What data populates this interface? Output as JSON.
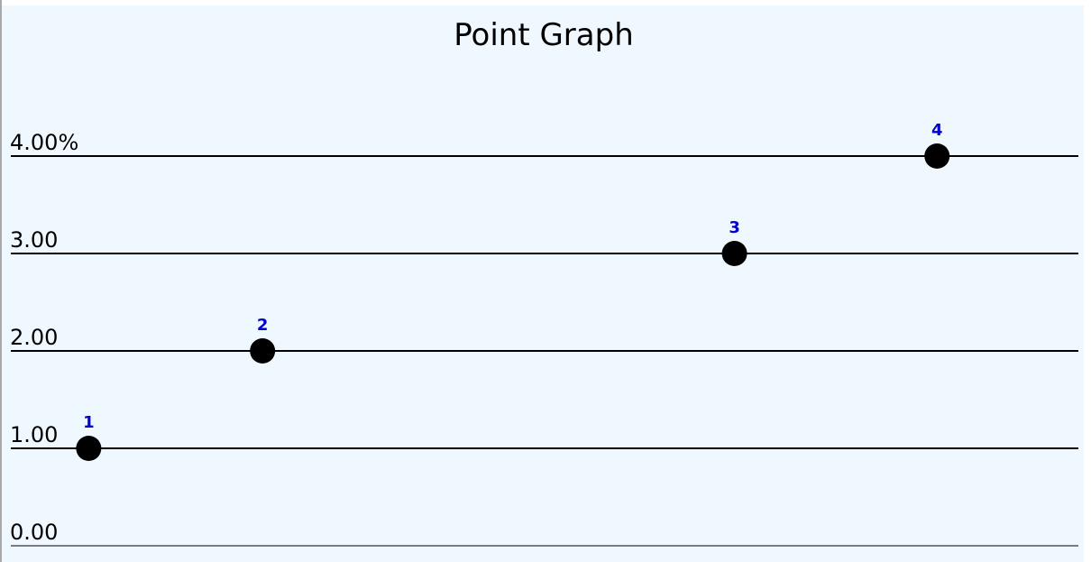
{
  "chart_data": {
    "type": "scatter",
    "title": "Point Graph",
    "xlabel": "",
    "ylabel": "",
    "ylim": [
      0,
      4
    ],
    "y_ticks": [
      0,
      1,
      2,
      3,
      4
    ],
    "y_tick_labels": [
      "0.00",
      "1.00",
      "2.00",
      "3.00",
      "4.00%"
    ],
    "grid": true,
    "legend": "none",
    "series": [
      {
        "points": [
          {
            "x": 0.0,
            "y": 1,
            "label": "1"
          },
          {
            "x": 0.1652,
            "y": 2,
            "label": "2"
          },
          {
            "x": 0.6137,
            "y": 3,
            "label": "3"
          },
          {
            "x": 0.8062,
            "y": 4,
            "label": "4"
          }
        ]
      }
    ],
    "xlim": [
      -0.074,
      0.9405
    ]
  },
  "colors": {
    "background": "#f0f8ff",
    "grid": "#000000",
    "marker": "#000000",
    "data_label": "#0000cd",
    "text": "#000000"
  }
}
